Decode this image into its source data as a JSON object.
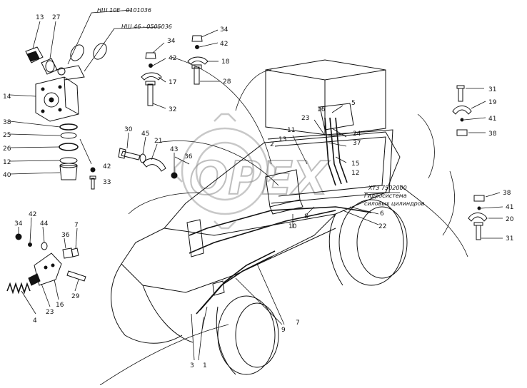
{
  "diagram": {
    "part_numbers": {
      "p13": "13",
      "p27": "27",
      "p14": "14",
      "p38a": "38",
      "p25": "25",
      "p26": "26",
      "p12a": "12",
      "p40": "40",
      "p42a": "42",
      "p33": "33",
      "p34a": "34",
      "p42b": "42",
      "p17": "17",
      "p32": "32",
      "p34b": "34",
      "p42c": "42",
      "p18": "18",
      "p28": "28",
      "p30": "30",
      "p45": "45",
      "p21": "21",
      "p43": "43",
      "p36a": "36",
      "p34c": "34",
      "p42d": "42",
      "p44": "44",
      "p36b": "36",
      "p7a": "7",
      "p4": "4",
      "p23a": "23",
      "p16a": "16",
      "p29": "29",
      "p3": "3",
      "p1": "1",
      "p9": "9",
      "p7b": "7",
      "p10": "10",
      "p8": "8",
      "p2": "2",
      "p11": "11",
      "p13b": "13",
      "p23b": "23",
      "p16b": "16",
      "p5": "5",
      "p24": "24",
      "p37": "37",
      "p15": "15",
      "p12b": "12",
      "p6": "6",
      "p22": "22",
      "p31a": "31",
      "p19": "19",
      "p41a": "41",
      "p38b": "38",
      "p38c": "38",
      "p41b": "41",
      "p20": "20",
      "p31b": "31"
    },
    "notes": {
      "pump_a": "НШ 10Е - 0101036",
      "pump_b": "НШ 46 - 0505036",
      "hydro_line1": "ХТЗ 7502000",
      "hydro_line2": "Гидросистема",
      "hydro_line3": "силовых цилиндров"
    },
    "watermark": "OPEX"
  }
}
